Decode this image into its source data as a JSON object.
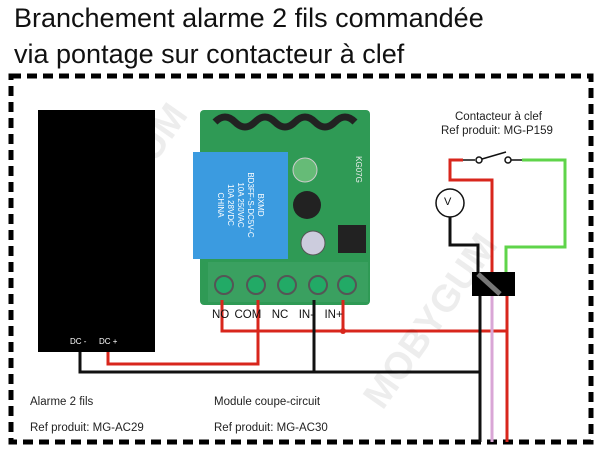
{
  "title": {
    "line1": "Branchement alarme 2 fils commandée",
    "line2": "via pontage sur contacteur à clef"
  },
  "alarm": {
    "name": "Alarme 2 fils",
    "ref": "Ref produit: MG-AC29",
    "dc_minus": "DC -",
    "dc_plus": "DC +"
  },
  "module": {
    "name": "Module coupe-circuit",
    "ref": "Ref produit: MG-AC30",
    "relay_brand": "BXMD",
    "relay_text": [
      "BD3FF-S-DC5V-C",
      "10A 250VAC",
      "10A 28VDC",
      "CHINA"
    ],
    "board_label": "KG07G",
    "terminals": [
      "NO",
      "COM",
      "NC",
      "IN-",
      "IN+"
    ]
  },
  "key_switch": {
    "name": "Contacteur à clef",
    "ref": "Ref produit: MG-P159",
    "voltmeter": "V"
  },
  "watermark": "MOBYGUM",
  "colors": {
    "red": "#d8261c",
    "black": "#111111",
    "green": "#5fd44a",
    "pink": "#d9a6d6",
    "board": "#2f9a55",
    "relay": "#3b9be0",
    "terminal": "#3aa060"
  }
}
